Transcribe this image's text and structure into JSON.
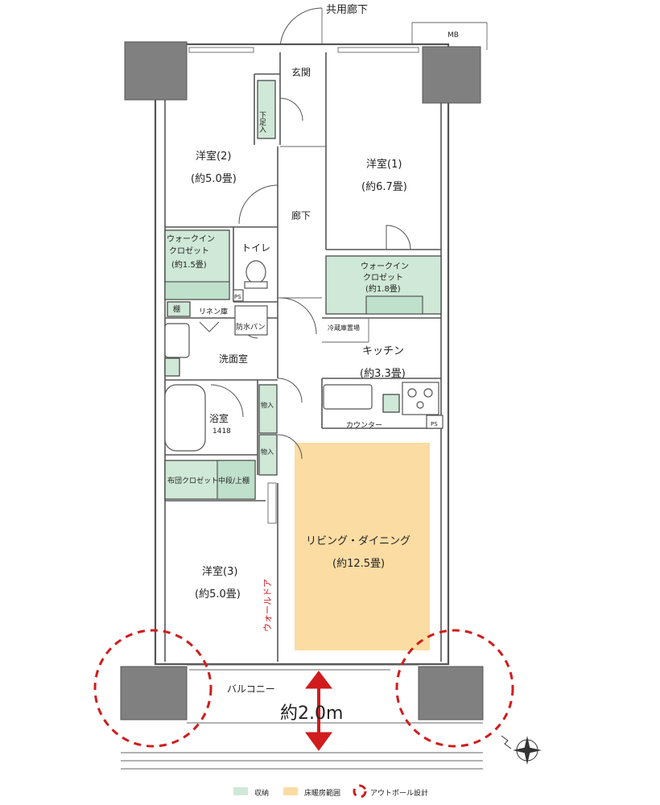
{
  "corridor_label": "共用廊下",
  "mb_label": "MB",
  "rooms": {
    "entrance": "玄関",
    "shoe_box": "下足入",
    "hallway": "廊下",
    "western2_name": "洋室(2)",
    "western2_size": "(約5.0畳)",
    "western1_name": "洋室(1)",
    "western1_size": "(約6.7畳)",
    "wic_left_line1": "ウォークイン",
    "wic_left_line2": "クロゼット",
    "wic_left_size": "(約1.5畳)",
    "toilet": "トイレ",
    "wic_right_line1": "ウォークイン",
    "wic_right_line2": "クロゼット",
    "wic_right_size": "(約1.8畳)",
    "ps_left": "PS",
    "shelf": "棚",
    "linen": "リネン庫",
    "waterproof_pan": "防水パン",
    "fridge": "冷蔵庫置場",
    "kitchen_name": "キッチン",
    "kitchen_size": "(約3.3畳)",
    "washroom": "洗面室",
    "bathroom": "浴室",
    "bath_size": "1418",
    "storage1": "物入",
    "storage2": "物入",
    "counter": "カウンター",
    "ps_right": "PS",
    "futon_closet": "布団クロゼット",
    "mid_upper_shelf": "中段/上棚",
    "living_name": "リビング・ダイニング",
    "living_size": "(約12.5畳)",
    "western3_name": "洋室(3)",
    "western3_size": "(約5.0畳)",
    "wall_door": "ウォールドア",
    "balcony": "バルコニー",
    "balcony_depth": "約2.0m"
  },
  "legend": {
    "storage": "収納",
    "floor_heating": "床暖房範囲",
    "outpole": "アウトポール設計"
  },
  "colors": {
    "storage": "#cfe8d7",
    "floor_heating": "#fbdca3",
    "outpole": "#d01c1c",
    "pillar": "#808080"
  },
  "icons": {
    "compass": "north-compass-icon",
    "arrow": "up-down-arrow-icon"
  }
}
